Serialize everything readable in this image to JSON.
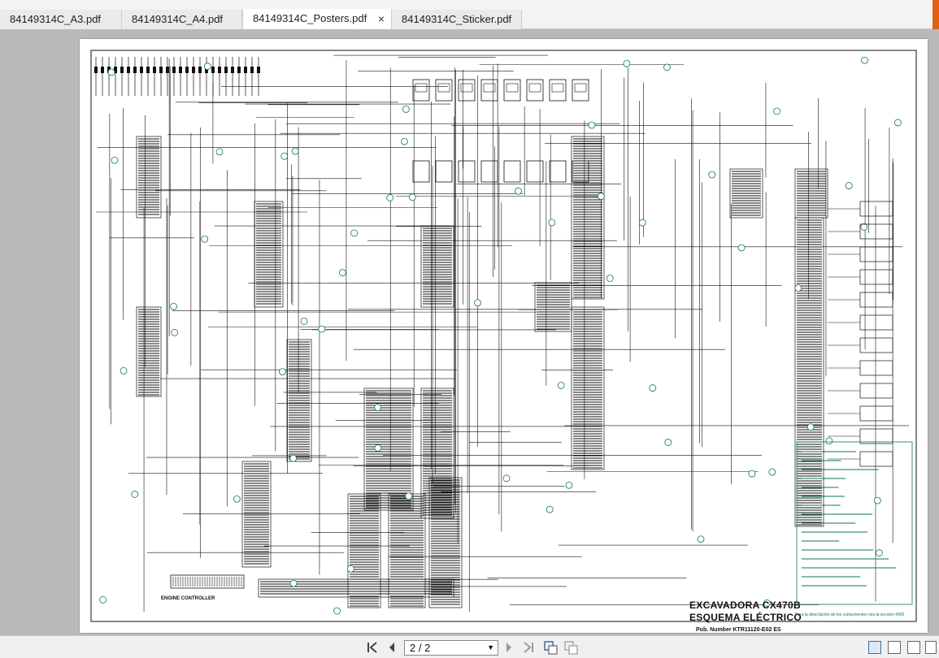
{
  "tabs": [
    {
      "label": "84149314C_A3.pdf",
      "active": false
    },
    {
      "label": "84149314C_A4.pdf",
      "active": false
    },
    {
      "label": "84149314C_Posters.pdf",
      "active": true,
      "close_icon": "×"
    },
    {
      "label": "84149314C_Sticker.pdf",
      "active": false
    }
  ],
  "document": {
    "title_line1": "EXCAVADORA CX470B",
    "title_line2": "ESQUEMA ELÉCTRICO",
    "pub_number": "Pub. Number KTR11120-E02 ES",
    "engine_controller": "ENGINE CONTROLLER",
    "legend_footnote": "Para la descripción de los componentes vea la sección 4005"
  },
  "toolbar": {
    "first_icon": "first-page-icon",
    "prev_icon": "prev-page-icon",
    "page_value": "2 / 2",
    "next_icon": "next-page-icon",
    "last_icon": "last-page-icon",
    "accent": "#3a6ea8"
  },
  "colors": {
    "tab_active": "#ffffff",
    "viewer_bg": "#b9b9b9",
    "diagram_ink": "#111111",
    "legend_green": "#0a7a4a",
    "corner_accent": "#e06010"
  }
}
